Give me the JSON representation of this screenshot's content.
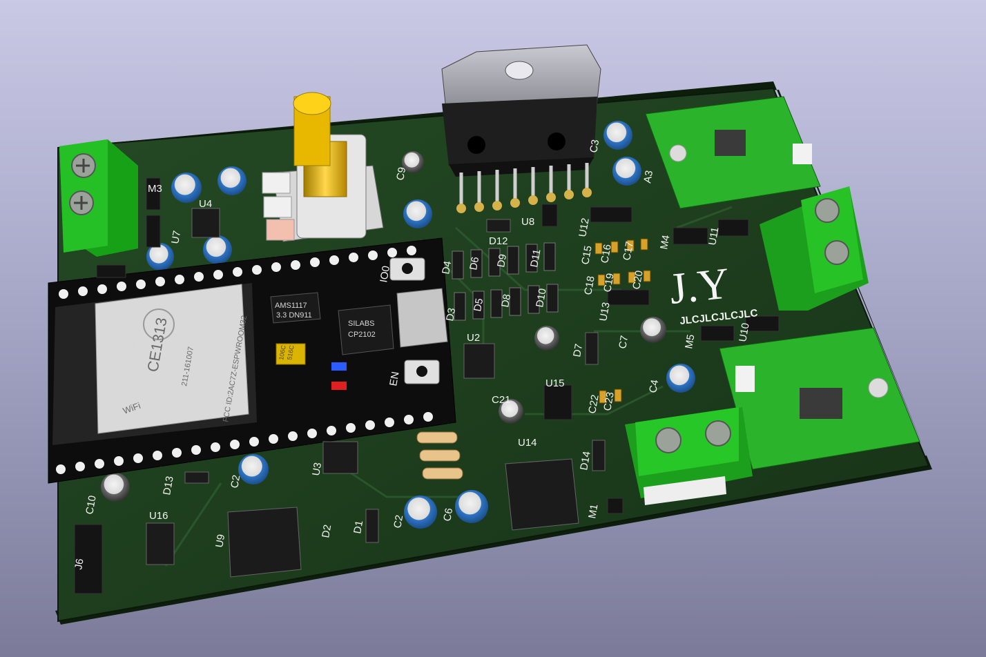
{
  "colors": {
    "board": "#1d3a1d",
    "board_edge": "#0f200f",
    "terminal": "#22bb22",
    "module": "#28a628",
    "header": "#141414",
    "cap_blue": "#2a6fbf",
    "cap_gray": "#8a8a8a",
    "knob": "#e2b400"
  },
  "board": {
    "brand_main": "J.Y",
    "brand_sub": "JLCJLCJLCJLC",
    "labels": [
      "M3",
      "U4",
      "U7",
      "U8",
      "U12",
      "C9",
      "C3",
      "A3",
      "M4",
      "U11",
      "D12",
      "D11",
      "D10",
      "D9",
      "D8",
      "D7",
      "D6",
      "D5",
      "D4",
      "D3",
      "C15",
      "C16",
      "C17",
      "C18",
      "C19",
      "C20",
      "U13",
      "M5",
      "U10",
      "C7",
      "C4",
      "U2",
      "U15",
      "C22",
      "C23",
      "C21",
      "U14",
      "D14",
      "M1",
      "U3",
      "U16",
      "U9",
      "C10",
      "D13",
      "C2",
      "C2",
      "C6",
      "D2",
      "D1",
      "J6",
      "IO0",
      "EN"
    ],
    "esp_module": {
      "name": "ESP-WROOM-32",
      "cert": "CE1313",
      "fcc": "FCC ID:2AC7Z-ESPWROOM32",
      "r_code": "211-161007",
      "wifi": "WiFi"
    },
    "chips": {
      "regulator_name": "AMS1117",
      "regulator_sub": "3.3  DN911",
      "usb_bridge_line1": "SILABS",
      "usb_bridge_line2": "CP2102",
      "tantalum": "106C",
      "tantalum2": "516C"
    }
  },
  "icons": [
    "potentiometer-icon",
    "terminal-block-icon",
    "heatsink-icon",
    "stepper-driver-icon",
    "pin-header-icon"
  ]
}
